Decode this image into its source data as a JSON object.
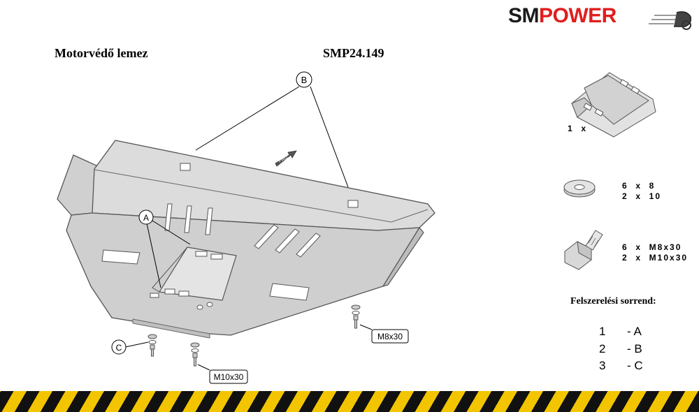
{
  "brand": {
    "sm": "SM",
    "power": "POWER"
  },
  "header": {
    "title": "Motorvédő lemez",
    "code": "SMP24.149"
  },
  "callouts": {
    "a": "A",
    "b": "B",
    "c": "C"
  },
  "fwd_label": "FWD",
  "bolt_labels": {
    "m8": "M8x30",
    "m10": "M10x30"
  },
  "parts": {
    "bracket_qty": "1  x",
    "washer_qty": [
      "6  x  8",
      "2  x  10"
    ],
    "bolt_qty": [
      "6  x  M8x30",
      "2  x  M10x30"
    ]
  },
  "sequence": {
    "title": "Felszerelési sorrend:",
    "steps": [
      {
        "num": "1",
        "label": "- A"
      },
      {
        "num": "2",
        "label": "- B"
      },
      {
        "num": "3",
        "label": "- C"
      }
    ]
  },
  "colors": {
    "accent": "#e01e1e",
    "hazard_yellow": "#f2c500",
    "plate_fill": "#d4d4d4",
    "plate_stroke": "#555555"
  }
}
